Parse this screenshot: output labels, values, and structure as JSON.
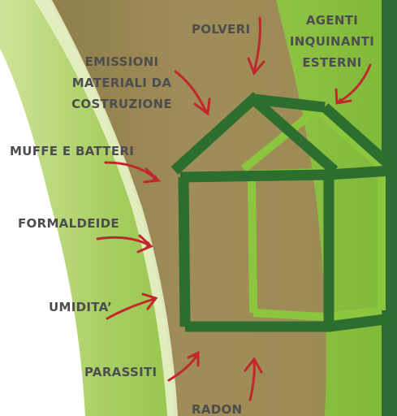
{
  "labels": {
    "polveri": "POLVERI",
    "agenti_line1": "AGENTI",
    "agenti_line2": "INQUINANTI",
    "agenti_line3": "ESTERNI",
    "emissioni_line1": "EMISSIONI",
    "emissioni_line2": "MATERIALI DA",
    "emissioni_line3": "COSTRUZIONE",
    "muffe": "MUFFE E BATTERI",
    "formaldeide": "FORMALDEIDE",
    "umidita": "UMIDITA’",
    "parassiti": "PARASSITI",
    "radon": "RADON"
  },
  "colors": {
    "background_white": "#ffffff",
    "light_green_band": "#a9cf62",
    "pale_green_stripe": "#e4efc2",
    "brown_band": "#9a8752",
    "right_green_panel": "#8cbf3f",
    "dark_green_bar": "#2f6b35",
    "house_dark_green": "#2c6e2e",
    "house_light_green": "#8cc63f",
    "arrow_red": "#c1272d",
    "label_text": "#4d4d4f"
  },
  "icons": [
    "house-icon",
    "arrow-icon"
  ]
}
